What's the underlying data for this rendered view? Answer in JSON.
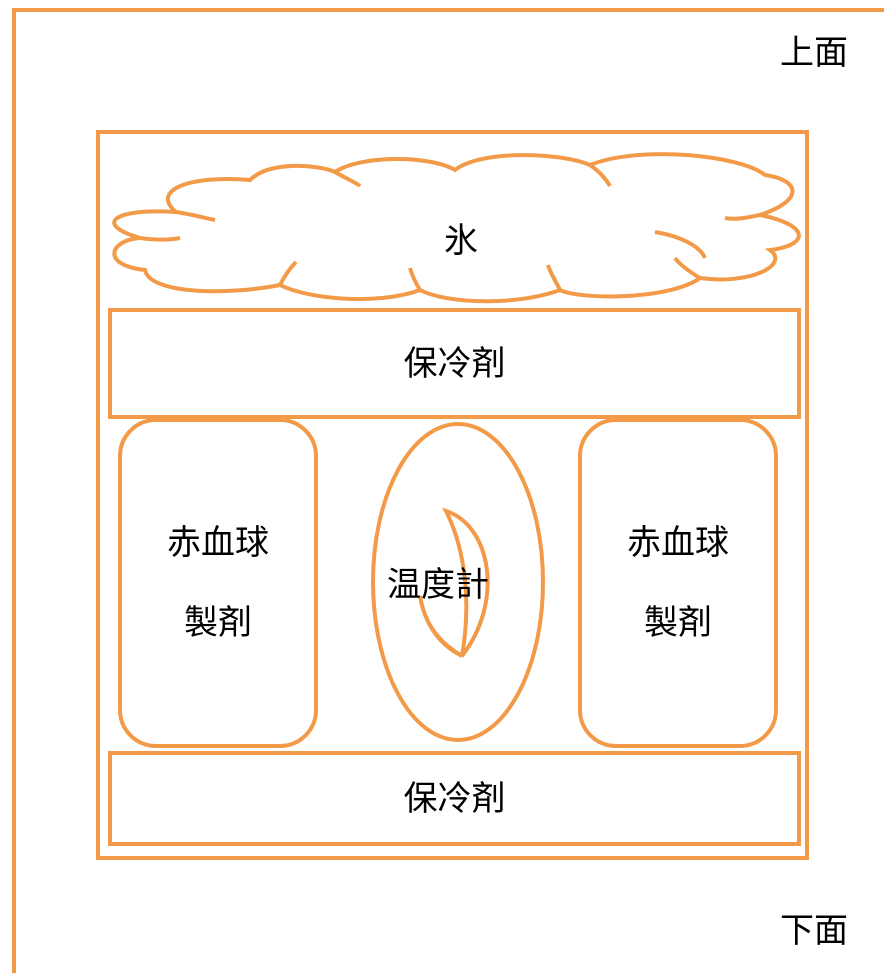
{
  "labels": {
    "top": "上面",
    "bottom": "下面",
    "ice": "氷",
    "coolant_top": "保冷剤",
    "coolant_bottom": "保冷剤",
    "thermometer": "温度計",
    "rbc_left": {
      "line1": "赤血球",
      "line2": "製剤"
    },
    "rbc_right": {
      "line1": "赤血球",
      "line2": "製剤"
    }
  },
  "colors": {
    "stroke": "#f39a49",
    "background": "#ffffff",
    "text": "#000000"
  }
}
